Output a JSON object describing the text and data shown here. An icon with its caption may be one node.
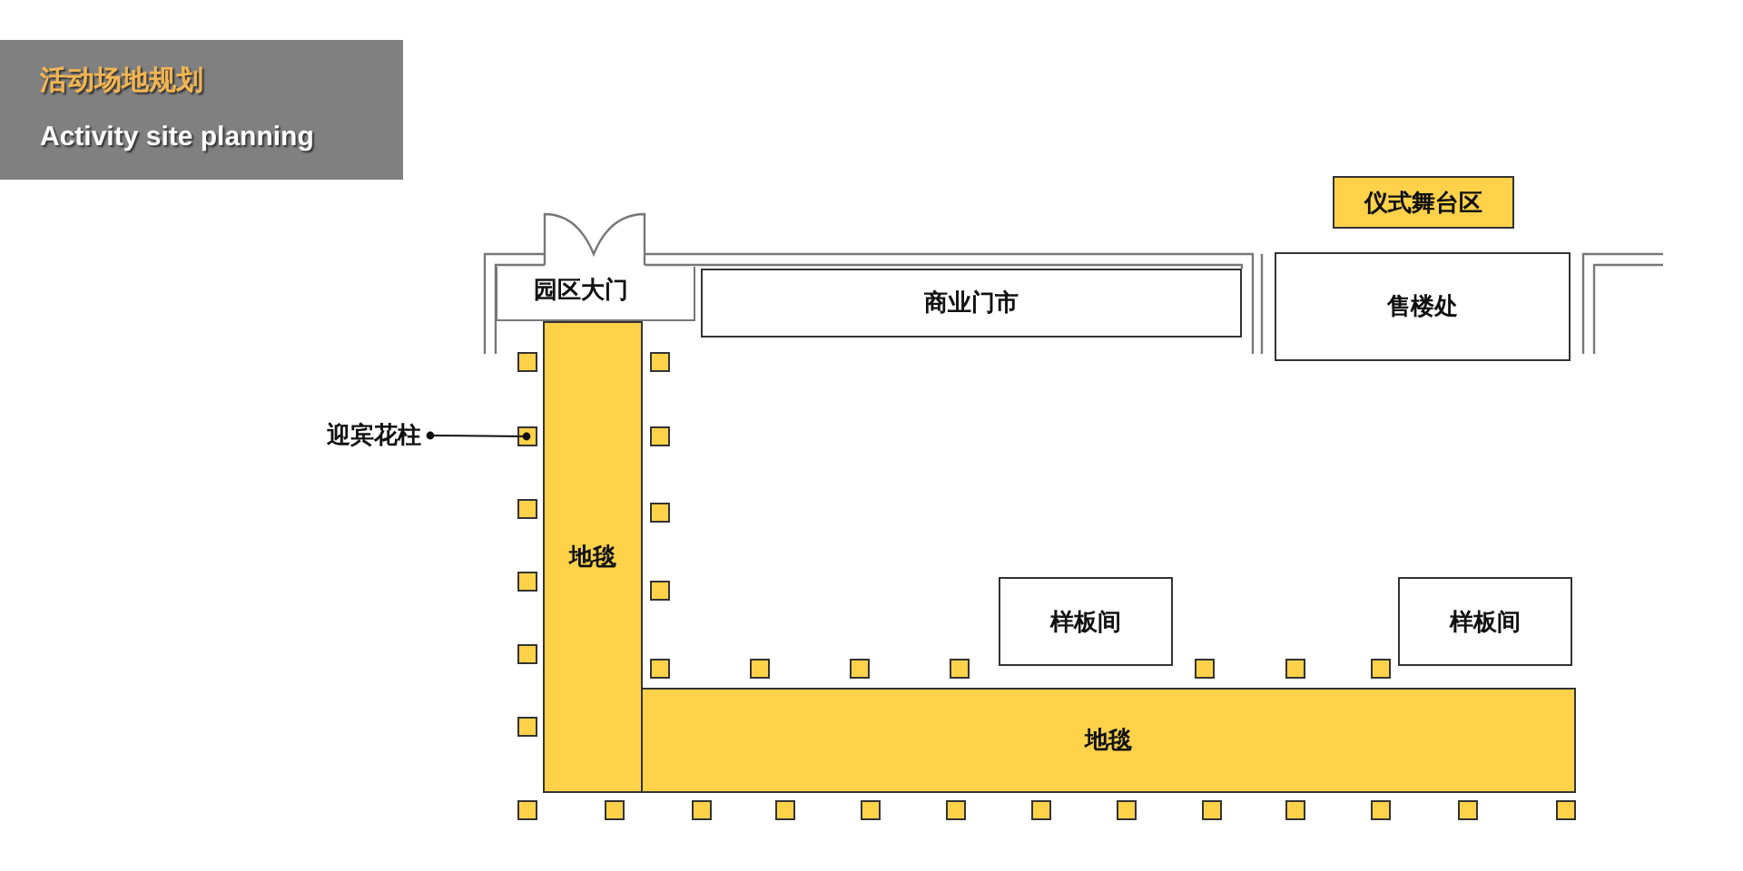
{
  "diagram": {
    "nodes": [
      {
        "text": [
          "活动场地规划",
          "Activity site planning"
        ]
      },
      {
        "text": [
          "仪式舞台区"
        ]
      },
      {
        "text": [
          "园区大门"
        ]
      },
      {
        "text": [
          "商业门市"
        ]
      },
      {
        "text": [
          "售楼处"
        ]
      },
      {
        "text": [
          "迎宾花柱"
        ]
      },
      {
        "text": [],
        "shape": "box"
      },
      {
        "text": [
          "地毯"
        ]
      },
      {
        "text": [
          "样板间"
        ]
      },
      {
        "text": [
          "样板间"
        ]
      },
      {
        "text": [
          "地毯"
        ]
      },
      {
        "text": [],
        "shape": "box"
      },
      {
        "text": [],
        "shape": "box"
      },
      {
        "text": [],
        "shape": "box"
      },
      {
        "text": [],
        "shape": "box"
      },
      {
        "text": [],
        "shape": "box"
      },
      {
        "text": [],
        "shape": "box"
      },
      {
        "text": [],
        "shape": "box"
      },
      {
        "text": [],
        "shape": "box"
      },
      {
        "text": [],
        "shape": "box"
      },
      {
        "text": [],
        "shape": "box"
      },
      {
        "text": [],
        "shape": "box"
      },
      {
        "text": [],
        "shape": "box"
      },
      {
        "text": [],
        "shape": "box"
      },
      {
        "text": [],
        "shape": "box"
      },
      {
        "text": [],
        "shape": "box"
      },
      {
        "text": [],
        "shape": "box"
      },
      {
        "text": [],
        "shape": "box"
      },
      {
        "text": [],
        "shape": "box"
      },
      {
        "text": [],
        "shape": "box"
      },
      {
        "text": [],
        "shape": "box"
      },
      {
        "text": [],
        "shape": "box"
      },
      {
        "text": [],
        "shape": "box"
      },
      {
        "text": [],
        "shape": "box"
      },
      {
        "text": [],
        "shape": "box"
      },
      {
        "text": [],
        "shape": "box"
      },
      {
        "text": [],
        "shape": "box"
      },
      {
        "text": [],
        "shape": "box"
      },
      {
        "text": [],
        "shape": "box"
      },
      {
        "text": [],
        "shape": "box"
      }
    ],
    "edges": [
      {
        "from": 5,
        "to": 6,
        "arrow": "other"
      }
    ]
  }
}
